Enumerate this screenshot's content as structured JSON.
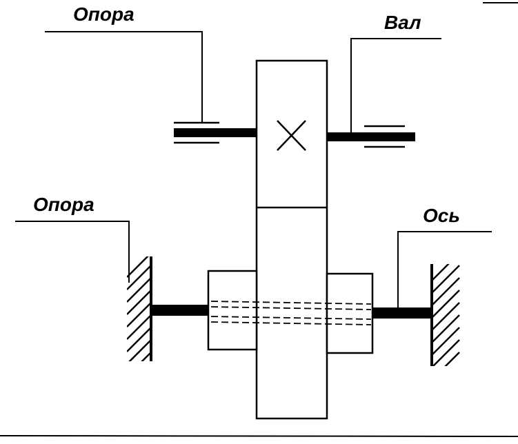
{
  "labels": {
    "support_top": "Опора",
    "shaft": "Вал",
    "support_left": "Опора",
    "axle": "Ось"
  },
  "colors": {
    "ink": "#000000",
    "paper": "#ffffff"
  }
}
